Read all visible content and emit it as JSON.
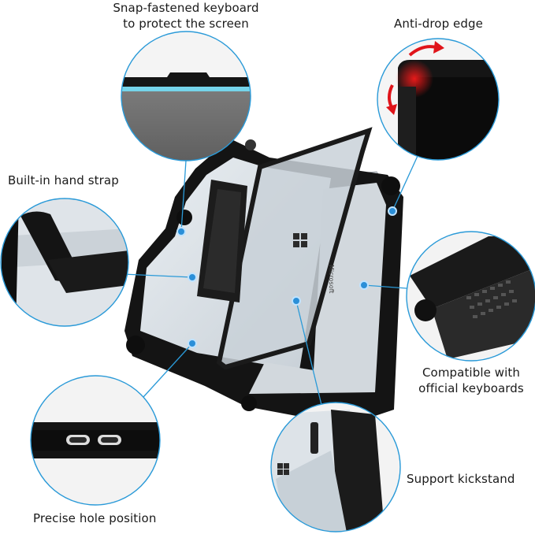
{
  "callouts": {
    "snap_keyboard": {
      "line1": "Snap-fastened keyboard",
      "line2": "to protect the screen"
    },
    "anti_drop": {
      "label": "Anti-drop edge"
    },
    "hand_strap": {
      "label": "Built-in hand strap"
    },
    "compatible_keyboards": {
      "line1": "Compatible with",
      "line2": "official keyboards"
    },
    "hole_position": {
      "label": "Precise hole position"
    },
    "kickstand": {
      "label": "Support kickstand"
    }
  },
  "logo_text": "Microsoft",
  "accent_color": "#2a9ad8",
  "red_arrow_color": "#e0141a",
  "case_color": "#111111",
  "clear_panel_color": "#dfe5ea"
}
